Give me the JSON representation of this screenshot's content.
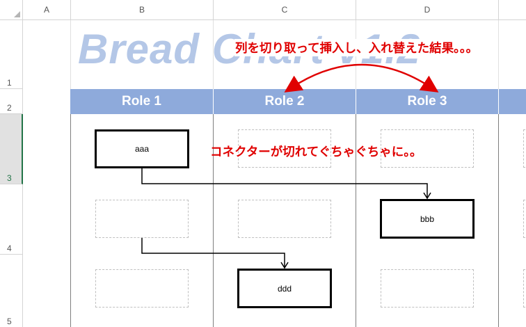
{
  "spreadsheet": {
    "column_headers": [
      "A",
      "B",
      "C",
      "D"
    ],
    "row_headers": [
      "1",
      "2",
      "3",
      "4",
      "5"
    ]
  },
  "chart": {
    "title": "Bread Chart v1.2",
    "roles": [
      "Role 1",
      "Role 2",
      "Role 3"
    ],
    "processes": {
      "aaa": "aaa",
      "bbb": "bbb",
      "ddd": "ddd"
    }
  },
  "annotations": {
    "top": "列を切り取って挿入し、入れ替えた結果。。。",
    "middle": "コネクターが切れてぐちゃぐちゃに。。"
  },
  "colors": {
    "role_header": "#8eaadb",
    "title": "#b4c7e7",
    "annotation": "#e00000",
    "selected_row": "#217346"
  }
}
